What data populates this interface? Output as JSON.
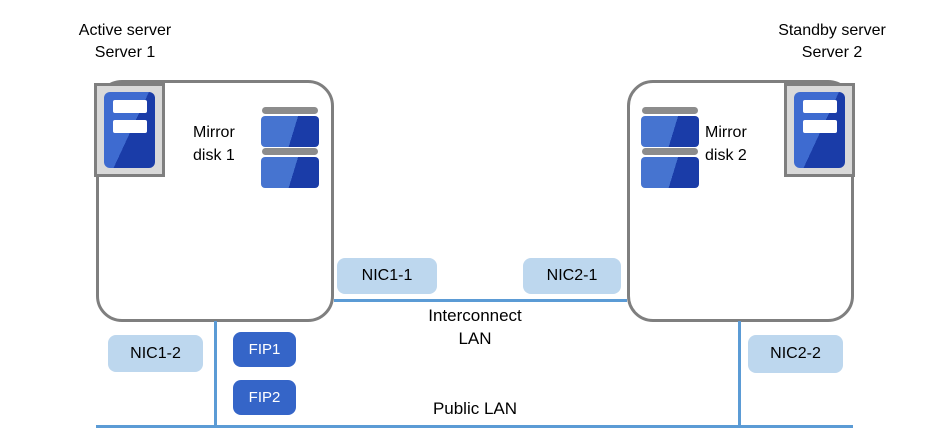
{
  "colors": {
    "nic_fill": "#BDD7EE",
    "fip_fill": "#3565C8",
    "fip_text": "#FFFFFF",
    "network_line": "#5B9BD5",
    "box_border": "#7F7F7F",
    "icon_panel": "#D9D9D9",
    "icon_blue_light": "#3E6BD0",
    "icon_blue_dark": "#1A3CA8",
    "disk_cap": "#8C8C8C",
    "text": "#000000"
  },
  "server1": {
    "role": "Active server",
    "name": "Server 1",
    "mirror": {
      "line1": "Mirror",
      "line2": "disk 1"
    }
  },
  "server2": {
    "role": "Standby server",
    "name": "Server 2",
    "mirror": {
      "line1": "Mirror",
      "line2": "disk 2"
    }
  },
  "nics": {
    "nic1_1": "NIC1-1",
    "nic2_1": "NIC2-1",
    "nic1_2": "NIC1-2",
    "nic2_2": "NIC2-2"
  },
  "fips": {
    "fip1": "FIP1",
    "fip2": "FIP2"
  },
  "networks": {
    "interconnect": {
      "line1": "Interconnect",
      "line2": "LAN"
    },
    "public": {
      "label": "Public LAN"
    }
  }
}
